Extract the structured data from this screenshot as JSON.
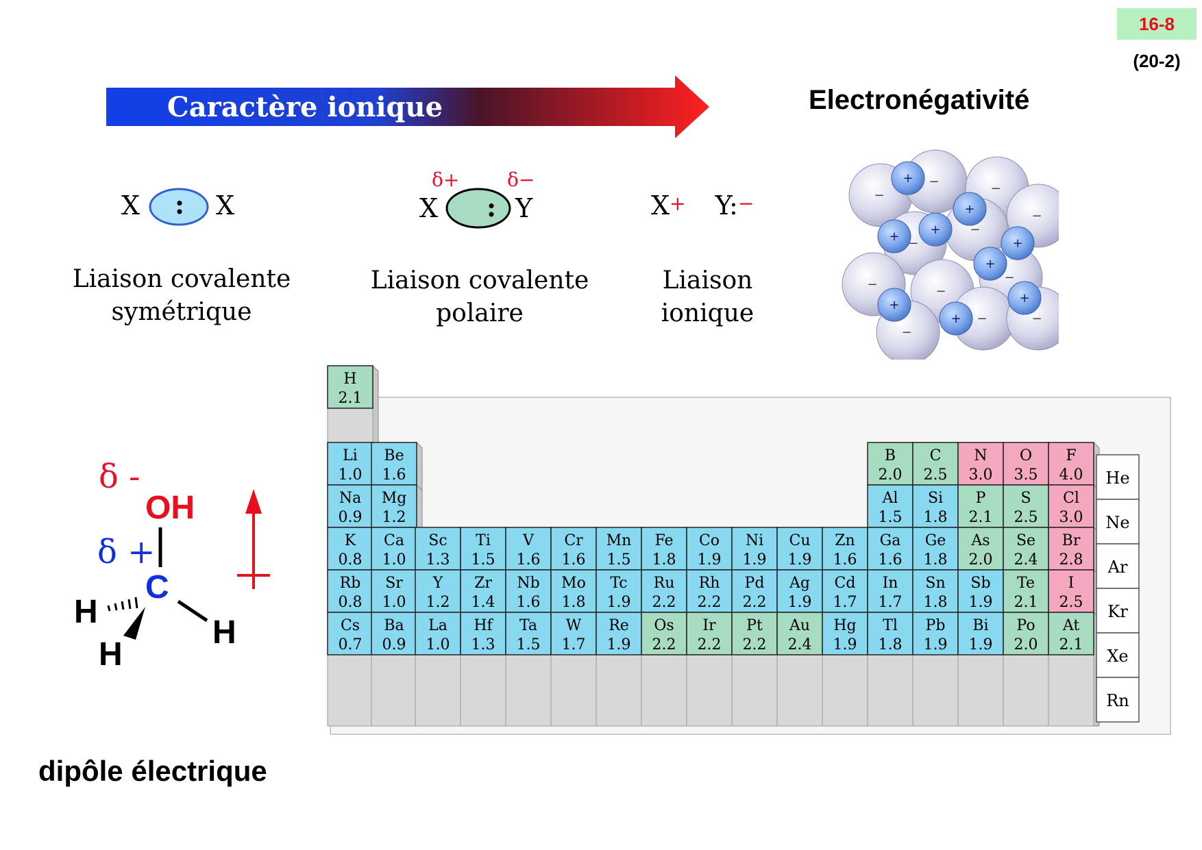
{
  "header": {
    "slide_number": "16-8",
    "slide_ref": "(20-2)",
    "title": "Electronégativité"
  },
  "arrow": {
    "label": "Caractère ionique",
    "gradient_start": "#1040e8",
    "gradient_mid": "#4a1428",
    "gradient_end": "#ff2020"
  },
  "bonds": [
    {
      "formula_left": "X",
      "formula_center": ":",
      "formula_right": "X",
      "caption_line1": "Liaison covalente",
      "caption_line2": "symétrique"
    },
    {
      "delta_left": "δ+",
      "delta_right": "δ−",
      "formula_left": "X",
      "formula_center": ":",
      "formula_right": "Y",
      "caption_line1": "Liaison covalente",
      "caption_line2": "polaire"
    },
    {
      "formula_left": "X",
      "formula_left_sup": "+",
      "formula_right": "Y:",
      "formula_right_sup": "−",
      "caption_line1": "Liaison",
      "caption_line2": "ionique"
    }
  ],
  "crystal": {
    "cation_sign": "+",
    "anion_sign": "−"
  },
  "molecule": {
    "delta_minus": "δ -",
    "delta_plus": "δ +",
    "oh": "OH",
    "carbon": "C",
    "h": "H",
    "caption": "dipôle électrique"
  },
  "colors": {
    "alkali": "#88d8f0",
    "metalloid": "#a8dcc0",
    "nonmetal": "#f4a8c0",
    "noble": "#ffffff",
    "side": "#c8c8c8",
    "delta_minus_color": "#e8102a",
    "delta_plus_color": "#1030e0"
  },
  "elements": [
    {
      "s": "H",
      "v": "2.1",
      "col": 0,
      "row": 0,
      "c": "metalloid"
    },
    {
      "s": "Li",
      "v": "1.0",
      "col": 0,
      "row": 1,
      "c": "alkali"
    },
    {
      "s": "Be",
      "v": "1.6",
      "col": 1,
      "row": 1,
      "c": "alkali"
    },
    {
      "s": "Na",
      "v": "0.9",
      "col": 0,
      "row": 2,
      "c": "alkali"
    },
    {
      "s": "Mg",
      "v": "1.2",
      "col": 1,
      "row": 2,
      "c": "alkali"
    },
    {
      "s": "K",
      "v": "0.8",
      "col": 0,
      "row": 3,
      "c": "alkali"
    },
    {
      "s": "Ca",
      "v": "1.0",
      "col": 1,
      "row": 3,
      "c": "alkali"
    },
    {
      "s": "Sc",
      "v": "1.3",
      "col": 2,
      "row": 3,
      "c": "alkali"
    },
    {
      "s": "Ti",
      "v": "1.5",
      "col": 3,
      "row": 3,
      "c": "alkali"
    },
    {
      "s": "V",
      "v": "1.6",
      "col": 4,
      "row": 3,
      "c": "alkali"
    },
    {
      "s": "Cr",
      "v": "1.6",
      "col": 5,
      "row": 3,
      "c": "alkali"
    },
    {
      "s": "Mn",
      "v": "1.5",
      "col": 6,
      "row": 3,
      "c": "alkali"
    },
    {
      "s": "Fe",
      "v": "1.8",
      "col": 7,
      "row": 3,
      "c": "alkali"
    },
    {
      "s": "Co",
      "v": "1.9",
      "col": 8,
      "row": 3,
      "c": "alkali"
    },
    {
      "s": "Ni",
      "v": "1.9",
      "col": 9,
      "row": 3,
      "c": "alkali"
    },
    {
      "s": "Cu",
      "v": "1.9",
      "col": 10,
      "row": 3,
      "c": "alkali"
    },
    {
      "s": "Zn",
      "v": "1.6",
      "col": 11,
      "row": 3,
      "c": "alkali"
    },
    {
      "s": "Rb",
      "v": "0.8",
      "col": 0,
      "row": 4,
      "c": "alkali"
    },
    {
      "s": "Sr",
      "v": "1.0",
      "col": 1,
      "row": 4,
      "c": "alkali"
    },
    {
      "s": "Y",
      "v": "1.2",
      "col": 2,
      "row": 4,
      "c": "alkali"
    },
    {
      "s": "Zr",
      "v": "1.4",
      "col": 3,
      "row": 4,
      "c": "alkali"
    },
    {
      "s": "Nb",
      "v": "1.6",
      "col": 4,
      "row": 4,
      "c": "alkali"
    },
    {
      "s": "Mo",
      "v": "1.8",
      "col": 5,
      "row": 4,
      "c": "alkali"
    },
    {
      "s": "Tc",
      "v": "1.9",
      "col": 6,
      "row": 4,
      "c": "alkali"
    },
    {
      "s": "Ru",
      "v": "2.2",
      "col": 7,
      "row": 4,
      "c": "alkali"
    },
    {
      "s": "Rh",
      "v": "2.2",
      "col": 8,
      "row": 4,
      "c": "alkali"
    },
    {
      "s": "Pd",
      "v": "2.2",
      "col": 9,
      "row": 4,
      "c": "alkali"
    },
    {
      "s": "Ag",
      "v": "1.9",
      "col": 10,
      "row": 4,
      "c": "alkali"
    },
    {
      "s": "Cd",
      "v": "1.7",
      "col": 11,
      "row": 4,
      "c": "alkali"
    },
    {
      "s": "Cs",
      "v": "0.7",
      "col": 0,
      "row": 5,
      "c": "alkali"
    },
    {
      "s": "Ba",
      "v": "0.9",
      "col": 1,
      "row": 5,
      "c": "alkali"
    },
    {
      "s": "La",
      "v": "1.0",
      "col": 2,
      "row": 5,
      "c": "alkali"
    },
    {
      "s": "Hf",
      "v": "1.3",
      "col": 3,
      "row": 5,
      "c": "alkali"
    },
    {
      "s": "Ta",
      "v": "1.5",
      "col": 4,
      "row": 5,
      "c": "alkali"
    },
    {
      "s": "W",
      "v": "1.7",
      "col": 5,
      "row": 5,
      "c": "alkali"
    },
    {
      "s": "Re",
      "v": "1.9",
      "col": 6,
      "row": 5,
      "c": "alkali"
    },
    {
      "s": "Os",
      "v": "2.2",
      "col": 7,
      "row": 5,
      "c": "metalloid"
    },
    {
      "s": "Ir",
      "v": "2.2",
      "col": 8,
      "row": 5,
      "c": "metalloid"
    },
    {
      "s": "Pt",
      "v": "2.2",
      "col": 9,
      "row": 5,
      "c": "metalloid"
    },
    {
      "s": "Au",
      "v": "2.4",
      "col": 10,
      "row": 5,
      "c": "metalloid"
    },
    {
      "s": "Hg",
      "v": "1.9",
      "col": 11,
      "row": 5,
      "c": "alkali"
    },
    {
      "s": "B",
      "v": "2.0",
      "col": 12,
      "row": 1,
      "c": "metalloid"
    },
    {
      "s": "C",
      "v": "2.5",
      "col": 13,
      "row": 1,
      "c": "metalloid"
    },
    {
      "s": "N",
      "v": "3.0",
      "col": 14,
      "row": 1,
      "c": "nonmetal"
    },
    {
      "s": "O",
      "v": "3.5",
      "col": 15,
      "row": 1,
      "c": "nonmetal"
    },
    {
      "s": "F",
      "v": "4.0",
      "col": 16,
      "row": 1,
      "c": "nonmetal"
    },
    {
      "s": "Al",
      "v": "1.5",
      "col": 12,
      "row": 2,
      "c": "alkali"
    },
    {
      "s": "Si",
      "v": "1.8",
      "col": 13,
      "row": 2,
      "c": "alkali"
    },
    {
      "s": "P",
      "v": "2.1",
      "col": 14,
      "row": 2,
      "c": "metalloid"
    },
    {
      "s": "S",
      "v": "2.5",
      "col": 15,
      "row": 2,
      "c": "metalloid"
    },
    {
      "s": "Cl",
      "v": "3.0",
      "col": 16,
      "row": 2,
      "c": "nonmetal"
    },
    {
      "s": "Ga",
      "v": "1.6",
      "col": 12,
      "row": 3,
      "c": "alkali"
    },
    {
      "s": "Ge",
      "v": "1.8",
      "col": 13,
      "row": 3,
      "c": "alkali"
    },
    {
      "s": "As",
      "v": "2.0",
      "col": 14,
      "row": 3,
      "c": "metalloid"
    },
    {
      "s": "Se",
      "v": "2.4",
      "col": 15,
      "row": 3,
      "c": "metalloid"
    },
    {
      "s": "Br",
      "v": "2.8",
      "col": 16,
      "row": 3,
      "c": "nonmetal"
    },
    {
      "s": "In",
      "v": "1.7",
      "col": 12,
      "row": 4,
      "c": "alkali"
    },
    {
      "s": "Sn",
      "v": "1.8",
      "col": 13,
      "row": 4,
      "c": "alkali"
    },
    {
      "s": "Sb",
      "v": "1.9",
      "col": 14,
      "row": 4,
      "c": "alkali"
    },
    {
      "s": "Te",
      "v": "2.1",
      "col": 15,
      "row": 4,
      "c": "metalloid"
    },
    {
      "s": "I",
      "v": "2.5",
      "col": 16,
      "row": 4,
      "c": "nonmetal"
    },
    {
      "s": "Tl",
      "v": "1.8",
      "col": 12,
      "row": 5,
      "c": "alkali"
    },
    {
      "s": "Pb",
      "v": "1.9",
      "col": 13,
      "row": 5,
      "c": "alkali"
    },
    {
      "s": "Bi",
      "v": "1.9",
      "col": 14,
      "row": 5,
      "c": "alkali"
    },
    {
      "s": "Po",
      "v": "2.0",
      "col": 15,
      "row": 5,
      "c": "metalloid"
    },
    {
      "s": "At",
      "v": "2.1",
      "col": 16,
      "row": 5,
      "c": "metalloid"
    }
  ],
  "noble_gases": [
    "He",
    "Ne",
    "Ar",
    "Kr",
    "Xe",
    "Rn"
  ]
}
